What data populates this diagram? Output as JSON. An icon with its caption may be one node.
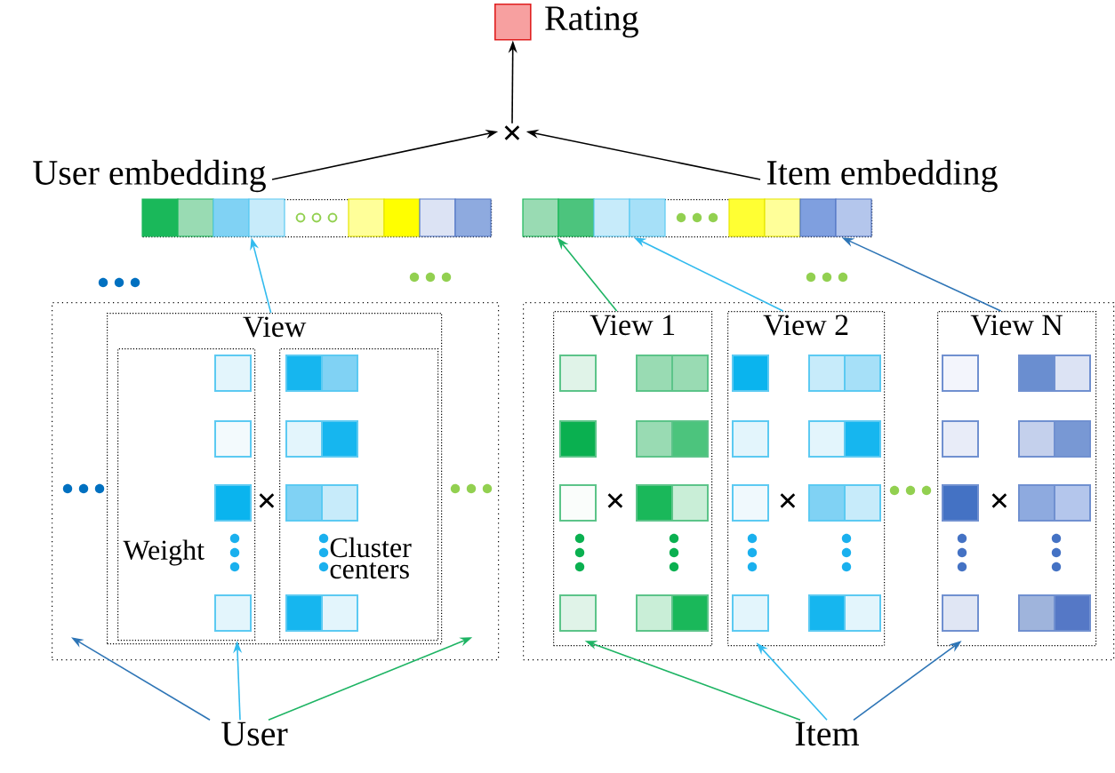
{
  "diagram": {
    "nodes": [
      {
        "text": [],
        "shape": "box",
        "beside": [
          "Rating"
        ]
      },
      {
        "text": [
          "×"
        ]
      },
      {
        "text": [
          "User embedding"
        ]
      },
      {
        "text": [],
        "shape": "bar"
      },
      {
        "text": [
          "Item embedding"
        ]
      },
      {
        "text": [],
        "shape": "bar"
      },
      {
        "text": [],
        "shape": "box"
      },
      {
        "text": [
          "View"
        ],
        "in": 6
      },
      {
        "text": [
          "Weight"
        ],
        "in": 7
      },
      {
        "text": [
          "Cluster centers"
        ],
        "in": 7
      },
      {
        "text": [],
        "shape": "box"
      },
      {
        "text": [
          "View 1"
        ],
        "in": 10
      },
      {
        "text": [
          "View 2"
        ],
        "in": 10
      },
      {
        "text": [
          "View N"
        ],
        "in": 10
      },
      {
        "text": [
          "User"
        ]
      },
      {
        "text": [
          "Item"
        ]
      }
    ],
    "edges": [
      {
        "from": 1,
        "to": 0,
        "arrow": "to",
        "color": "#000000"
      },
      {
        "from": 2,
        "to": 1,
        "arrow": "to",
        "color": "#000000"
      },
      {
        "from": 4,
        "to": 1,
        "arrow": "to",
        "color": "#000000"
      },
      {
        "from": 7,
        "to": 3,
        "arrow": "to",
        "color": "#33bbee"
      },
      {
        "from": 11,
        "to": 5,
        "arrow": "to",
        "color": "#1eb464"
      },
      {
        "from": 12,
        "to": 5,
        "arrow": "to",
        "color": "#33bbee"
      },
      {
        "from": 13,
        "to": 5,
        "arrow": "to",
        "color": "#2e75b6"
      },
      {
        "from": 14,
        "to": 6,
        "arrow": "to",
        "color": "#2e75b6"
      },
      {
        "from": 14,
        "to": 8,
        "arrow": "to",
        "color": "#33bbee"
      },
      {
        "from": 14,
        "to": 6,
        "arrow": "to",
        "color": "#1eb464"
      },
      {
        "from": 15,
        "to": 11,
        "arrow": "to",
        "color": "#1eb464"
      },
      {
        "from": 15,
        "to": 12,
        "arrow": "to",
        "color": "#33bbee"
      },
      {
        "from": 15,
        "to": 13,
        "arrow": "to",
        "color": "#2e75b6"
      }
    ],
    "labels": [
      "×",
      "×",
      "×",
      "×"
    ]
  }
}
